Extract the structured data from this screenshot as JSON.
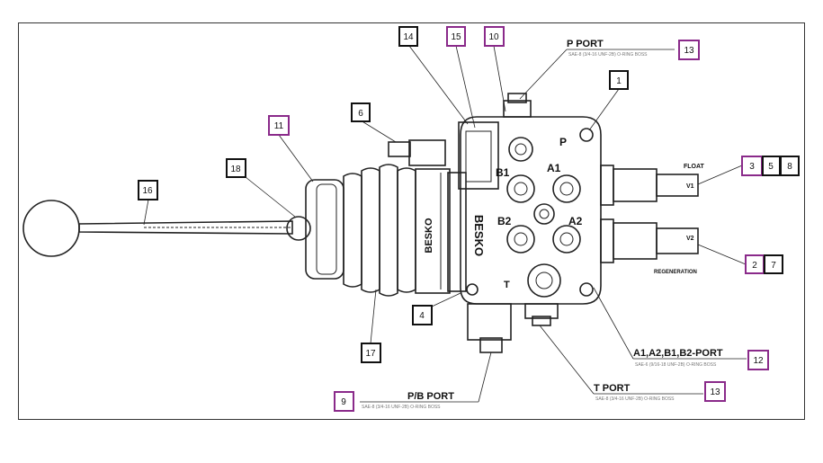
{
  "ports": {
    "p_port": "P PORT",
    "p_port_spec": "SAE-8 (3/4-16 UNF-2B) O-RING BOSS",
    "pb_port": "P/B PORT",
    "pb_port_spec": "SAE-8 (3/4-16 UNF-2B) O-RING BOSS",
    "t_port": "T PORT",
    "t_port_spec": "SAE-8 (3/4-16 UNF-2B) O-RING BOSS",
    "work_ports": "A1,A2,B1,B2-PORT",
    "work_ports_spec": "SAE-6 (9/16-18 UNF-2B) O-RING BOSS"
  },
  "body_labels": {
    "a1": "A1",
    "a2": "A2",
    "b1": "B1",
    "b2": "B2",
    "p": "P",
    "t": "T",
    "brand_top": "BESKO",
    "brand_side": "BESKO",
    "float": "FLOAT",
    "regeneration": "REGENERATION",
    "v1": "V1",
    "v2": "V2"
  },
  "callouts": {
    "c1": "1",
    "c2": "2",
    "c3": "3",
    "c4": "4",
    "c5": "5",
    "c6": "6",
    "c7": "7",
    "c8": "8",
    "c9": "9",
    "c10": "10",
    "c11": "11",
    "c12": "12",
    "c13": "13",
    "c14": "14",
    "c15": "15",
    "c16": "16",
    "c17": "17",
    "c18": "18"
  },
  "colors": {
    "callout_black": "#111111",
    "callout_purple": "#8a2a8a",
    "line": "#222222"
  }
}
